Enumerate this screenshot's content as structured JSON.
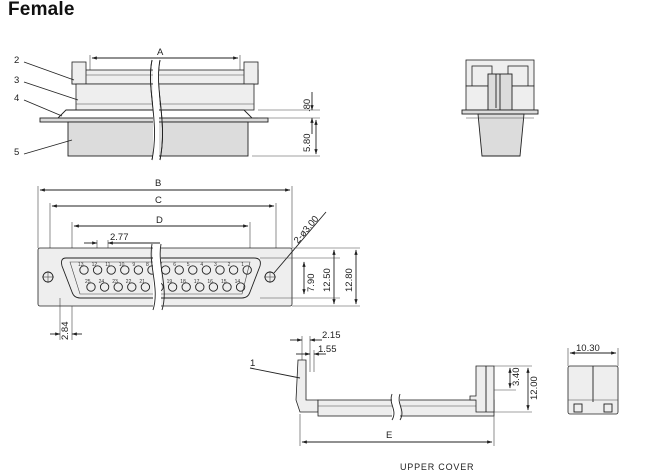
{
  "title": "Female",
  "part_numbers": [
    "1",
    "2",
    "3",
    "4",
    "5"
  ],
  "top_view": {
    "dim_A": "A",
    "dim_80": ".80",
    "dim_580": "5.80"
  },
  "front_view": {
    "dim_B": "B",
    "dim_C": "C",
    "dim_D": "D",
    "pitch": "2.77",
    "hole": "2-ø3.00",
    "h790": "7.90",
    "h1250": "12.50",
    "h1280": "12.80",
    "v284": "2.84",
    "pins_top": [
      "13",
      "12",
      "11",
      "10",
      "9",
      "8",
      "7",
      "6",
      "5",
      "4",
      "3",
      "2",
      "1"
    ],
    "pins_bottom": [
      "25",
      "24",
      "23",
      "22",
      "21",
      "20",
      "19",
      "18",
      "17",
      "16",
      "15",
      "14"
    ]
  },
  "cover_view": {
    "d215": "2.15",
    "d155": "1.55",
    "d340": "3.40",
    "d1200": "12.00",
    "dim_E": "E",
    "d1030": "10.30",
    "caption": "UPPER COVER"
  }
}
